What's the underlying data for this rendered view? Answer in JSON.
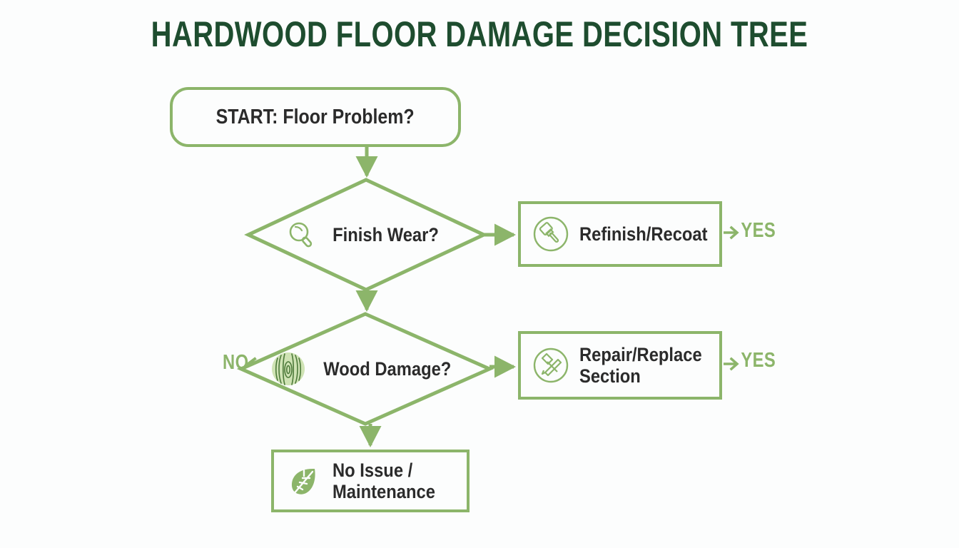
{
  "page": {
    "title": "HARDWOOD FLOOR DAMAGE DECISION TREE",
    "background_color": "#fcfdfd",
    "accent_color": "#8cb56a",
    "title_color": "#1e4d2f",
    "text_color": "#2b2b2b"
  },
  "chart_data": {
    "type": "diagram",
    "diagram_kind": "decision-tree-flowchart",
    "title": "HARDWOOD FLOOR DAMAGE DECISION TREE",
    "nodes": [
      {
        "id": "start",
        "shape": "rounded-rectangle",
        "label": "START: Floor Problem?",
        "icon": "none"
      },
      {
        "id": "finish",
        "shape": "diamond",
        "label": "Finish Wear?",
        "icon": "magnifier-icon"
      },
      {
        "id": "refinish",
        "shape": "rectangle",
        "label": "Refinish/Recoat",
        "icon": "paint-brush-icon"
      },
      {
        "id": "wood",
        "shape": "diamond",
        "label": "Wood Damage?",
        "icon": "wood-grain-icon"
      },
      {
        "id": "repair",
        "shape": "rectangle",
        "label": "Repair/Replace\nSection",
        "icon": "hammer-saw-icon"
      },
      {
        "id": "noissue",
        "shape": "rectangle",
        "label": "No Issue /\nMaintenance",
        "icon": "leaf-icon"
      }
    ],
    "edges": [
      {
        "from": "start",
        "to": "finish",
        "label": "",
        "direction": "down"
      },
      {
        "from": "finish",
        "to": "refinish",
        "label": "YES",
        "direction": "right"
      },
      {
        "from": "finish",
        "to": "wood",
        "label": "",
        "direction": "down"
      },
      {
        "from": "wood",
        "to": "repair",
        "label": "YES",
        "direction": "right"
      },
      {
        "from": "wood",
        "to": "noissue",
        "label": "NO",
        "direction": "down-left"
      }
    ]
  },
  "start": {
    "label": "START: Floor Problem?"
  },
  "decisions": {
    "finish_wear": {
      "label": "Finish Wear?",
      "icon": "magnifier-icon"
    },
    "wood_damage": {
      "label": "Wood Damage?",
      "icon": "wood-grain-icon"
    }
  },
  "outcomes": {
    "refinish": {
      "label": "Refinish/Recoat",
      "icon": "paint-brush-icon"
    },
    "repair": {
      "label": "Repair/Replace\nSection",
      "icon": "hammer-saw-icon"
    },
    "no_issue": {
      "label": "No Issue /\nMaintenance",
      "icon": "leaf-icon"
    }
  },
  "edge_labels": {
    "yes_finish": "YES",
    "yes_wood": "YES",
    "no_wood": "NO"
  }
}
